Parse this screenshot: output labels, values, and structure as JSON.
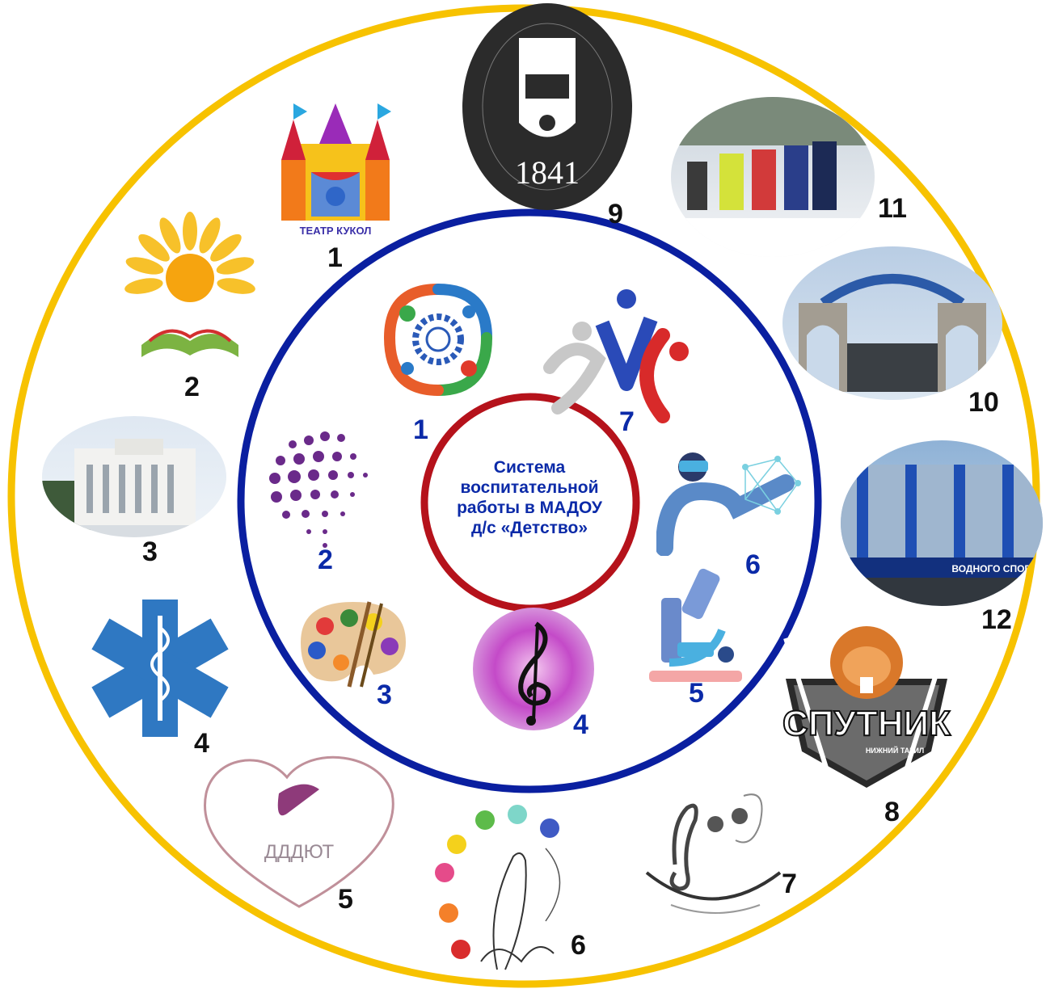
{
  "center": {
    "line1": "Система",
    "line2": "воспитательной",
    "line3": "работы в МАДОУ",
    "line4": "д/с «Детство»"
  },
  "colors": {
    "outer_ring": "#f7c200",
    "middle_ring": "#0a1fa0",
    "inner_ring": "#b5121b",
    "inner_numbers": "#0b2aa8"
  },
  "outer_items": [
    {
      "number": "1",
      "icon": "puppet-theater-icon",
      "caption": "ТЕАТР КУКОЛ"
    },
    {
      "number": "2",
      "icon": "sun-book-icon"
    },
    {
      "number": "3",
      "icon": "administration-building-photo"
    },
    {
      "number": "4",
      "icon": "star-of-life-icon"
    },
    {
      "number": "5",
      "icon": "heart-hand-logo",
      "caption": "ДДДЮТ"
    },
    {
      "number": "6",
      "icon": "art-school-logo"
    },
    {
      "number": "7",
      "icon": "music-school-logo"
    },
    {
      "number": "8",
      "icon": "sputnik-hockey-logo",
      "caption_main": "СПУТНИК",
      "caption_sub": "НИЖНИЙ ТАГИЛ"
    },
    {
      "number": "9",
      "icon": "museum-reserve-seal",
      "caption_year": "1841"
    },
    {
      "number": "10",
      "icon": "stadium-gate-photo"
    },
    {
      "number": "11",
      "icon": "skiers-photo"
    },
    {
      "number": "12",
      "icon": "water-sports-palace-photo",
      "caption_sign": "ВОДНОГО СПОРТ"
    }
  ],
  "inner_items": [
    {
      "number": "1",
      "icon": "molecule-gear-icon"
    },
    {
      "number": "2",
      "icon": "dots-sphere-icon"
    },
    {
      "number": "3",
      "icon": "paint-palette-icon"
    },
    {
      "number": "4",
      "icon": "treble-clef-icon"
    },
    {
      "number": "5",
      "icon": "microscope-icon"
    },
    {
      "number": "6",
      "icon": "vr-person-icon"
    },
    {
      "number": "7",
      "icon": "sport-figures-icon"
    }
  ]
}
